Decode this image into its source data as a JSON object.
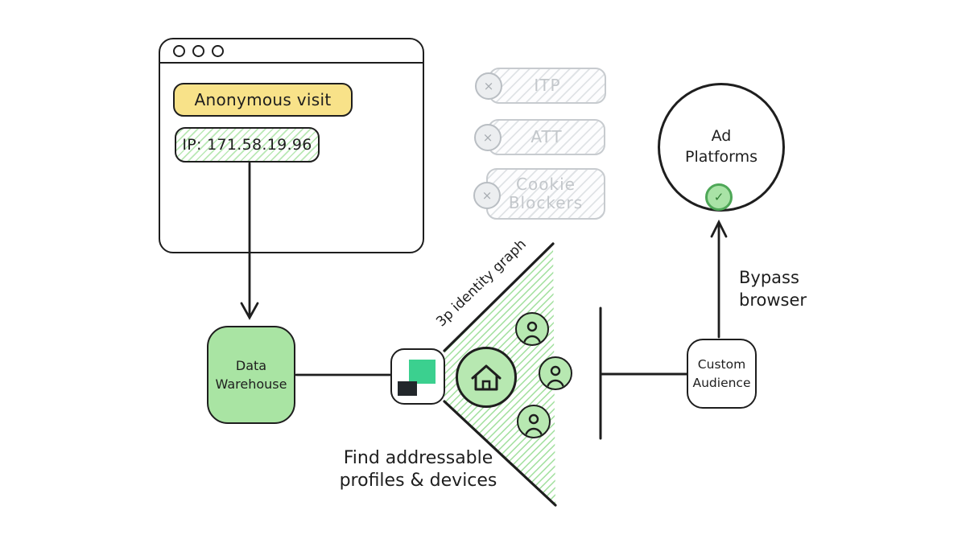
{
  "colors": {
    "ink": "#1e1e1e",
    "badge_yellow": "#f8e289",
    "green_fill": "#a9e4a3",
    "green_light": "#b7e8b1",
    "emerald": "#3bd08f",
    "hatch_green": "#9fdf9b",
    "gray_disabled": "#c3c7cb",
    "check_green": "#4ea757"
  },
  "browser": {
    "anonymous_badge": "Anonymous visit",
    "ip_badge": "IP: 171.58.19.96"
  },
  "blockers": [
    {
      "label": "ITP",
      "x": "×"
    },
    {
      "label": "ATT",
      "x": "×"
    },
    {
      "label": "Cookie Blockers",
      "x": "×"
    }
  ],
  "ad_platforms": {
    "line1": "Ad",
    "line2": "Platforms",
    "check": "✓"
  },
  "data_warehouse": {
    "line1": "Data",
    "line2": "Warehouse"
  },
  "identity_graph_label": "3p identity graph",
  "caption": {
    "line1": "Find addressable",
    "line2": "profiles & devices"
  },
  "custom_audience": {
    "line1": "Custom",
    "line2": "Audience"
  },
  "bypass": {
    "line1": "Bypass",
    "line2": "browser"
  }
}
